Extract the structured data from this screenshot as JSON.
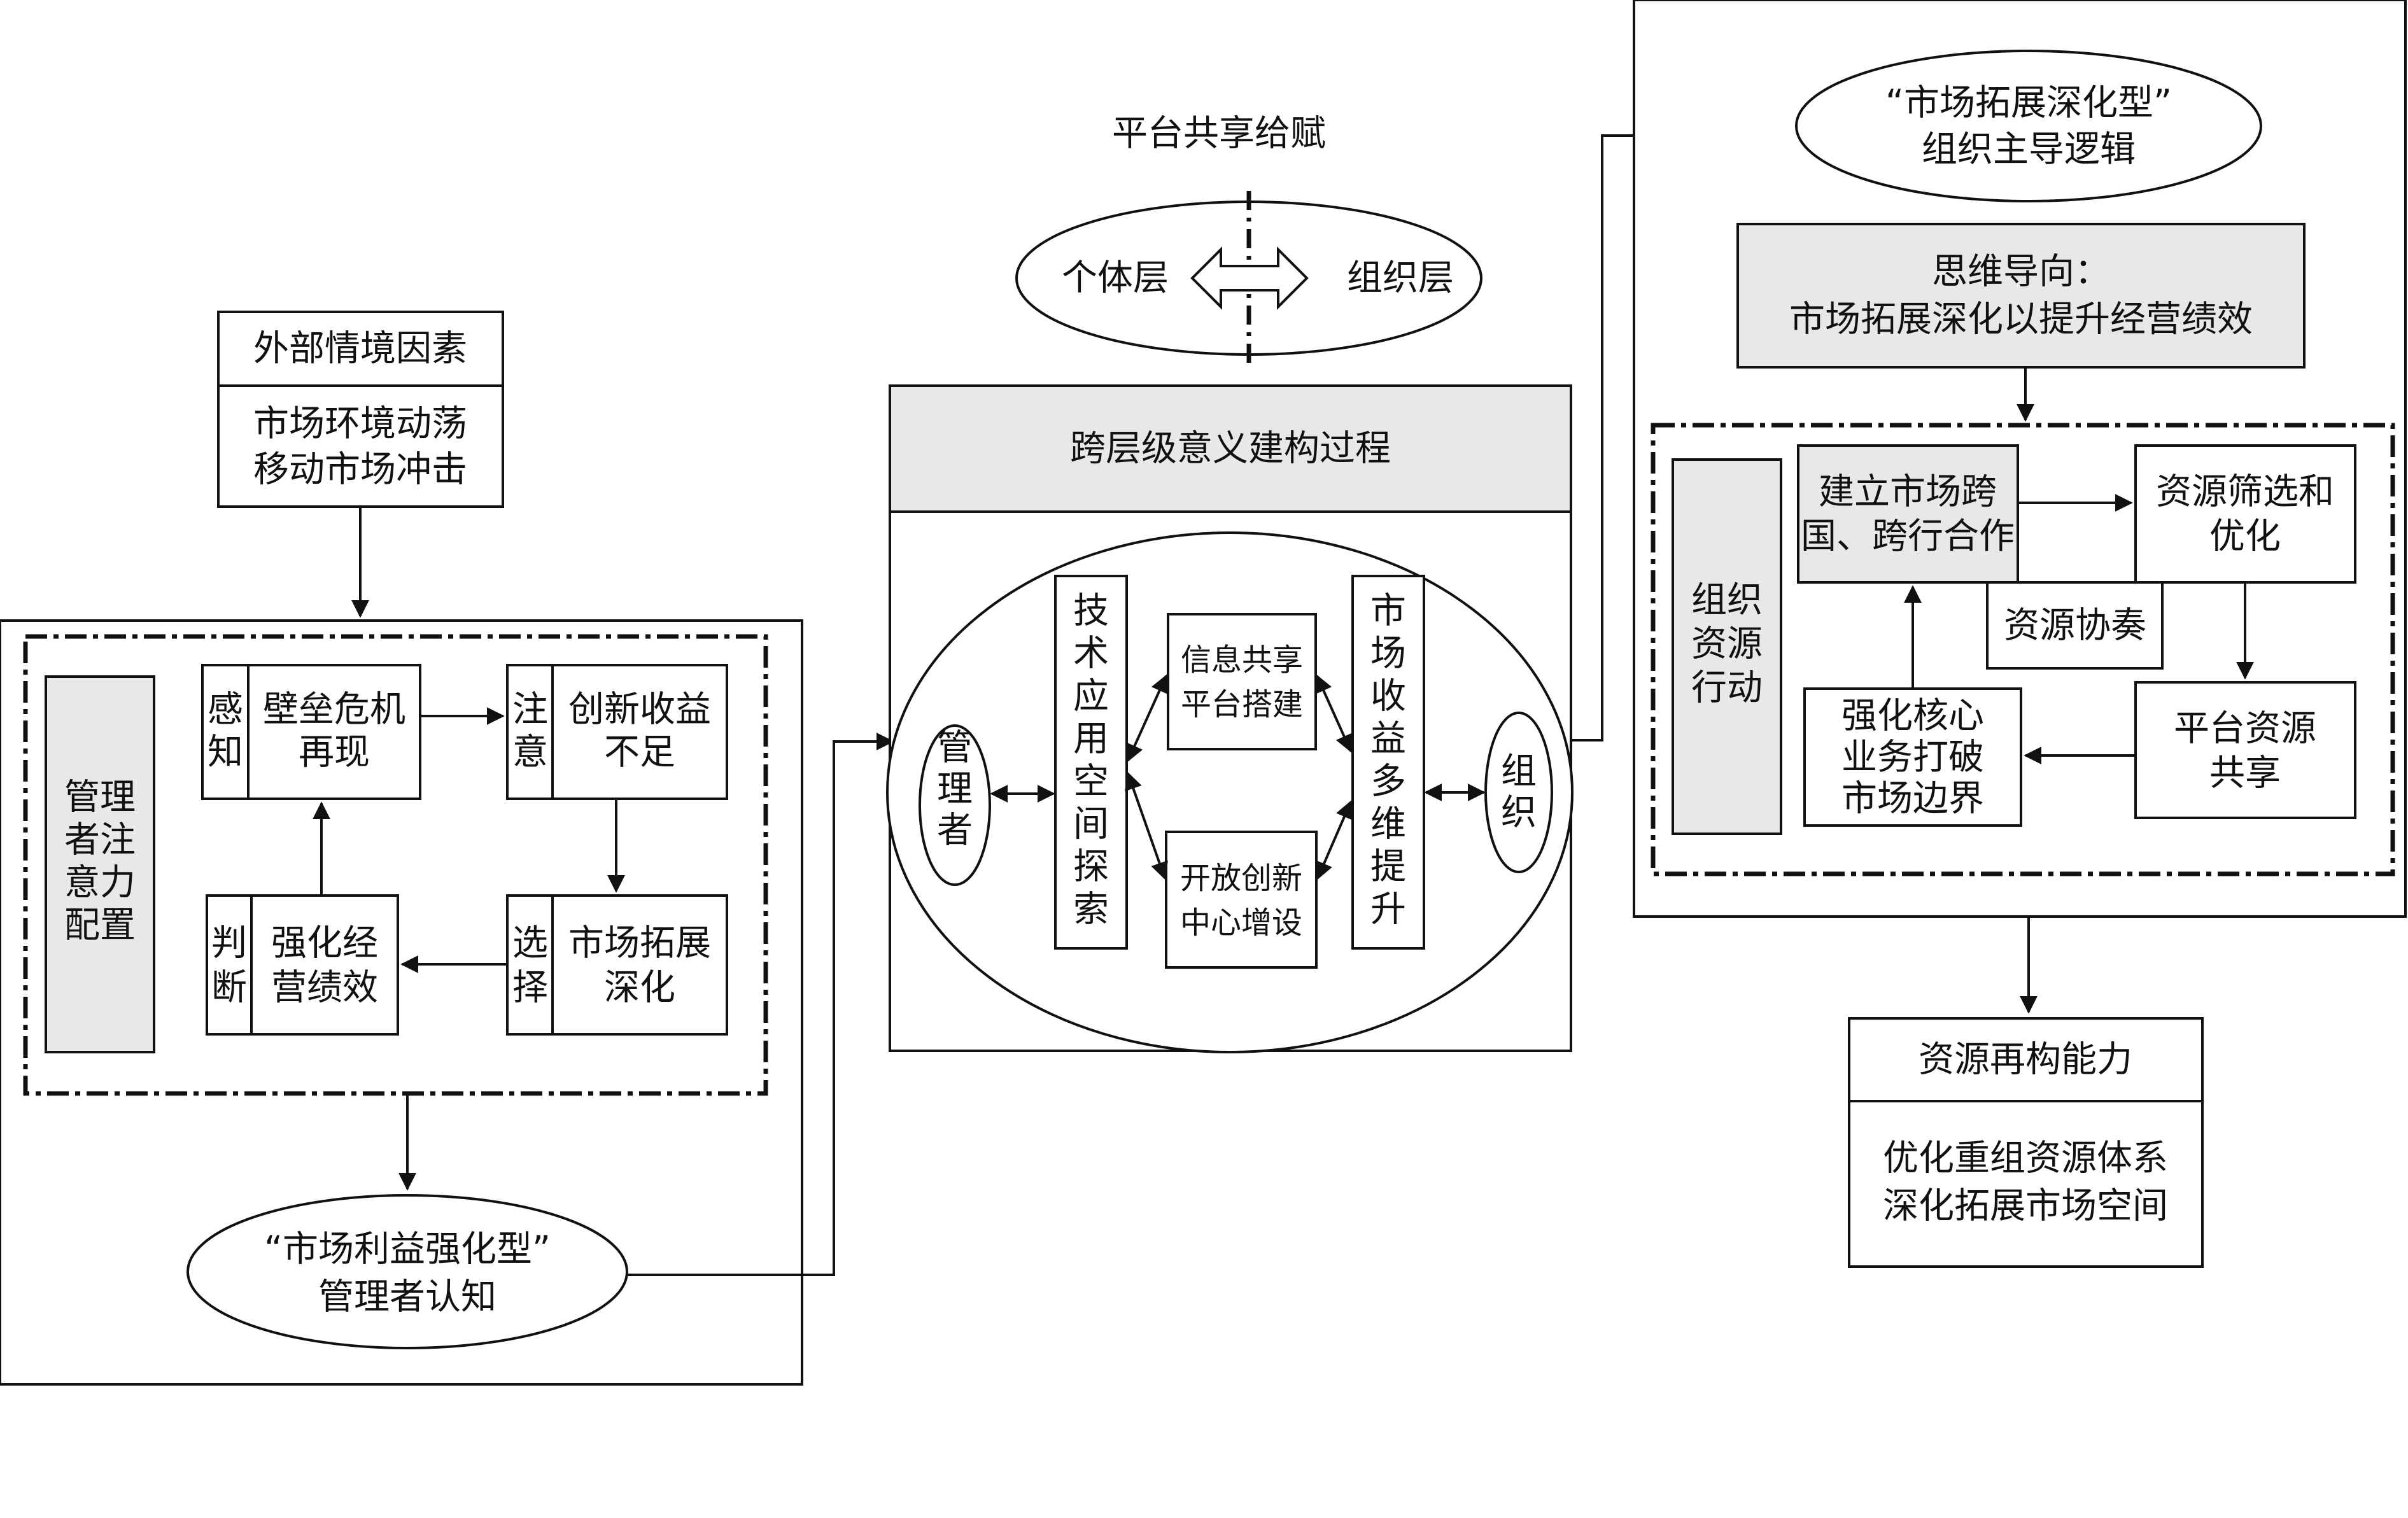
{
  "external_factors": {
    "title": "外部情境因素",
    "lines": [
      "市场环境动荡",
      "移动市场冲击"
    ]
  },
  "attention": {
    "label": [
      "管理",
      "者注",
      "意力",
      "配置"
    ],
    "sense": {
      "tag": [
        "感",
        "知"
      ],
      "text": [
        "壁垒危机",
        "再现"
      ]
    },
    "notice": {
      "tag": [
        "注",
        "意"
      ],
      "text": [
        "创新收益",
        "不足"
      ]
    },
    "judge": {
      "tag": [
        "判",
        "断"
      ],
      "text": [
        "强化经",
        "营绩效"
      ]
    },
    "choose": {
      "tag": [
        "选",
        "择"
      ],
      "text": [
        "市场拓展",
        "深化"
      ]
    }
  },
  "cognition": {
    "lines": [
      "“市场利益强化型”",
      "管理者认知"
    ]
  },
  "platform": {
    "title": "平台共享给赋",
    "left": "个体层",
    "right": "组织层"
  },
  "sensemaking": {
    "title": "跨层级意义建构过程",
    "manager": [
      "管",
      "理",
      "者"
    ],
    "tech": [
      "技",
      "术",
      "应",
      "用",
      "空",
      "间",
      "探",
      "索"
    ],
    "info": [
      "信息共享",
      "平台搭建"
    ],
    "open": [
      "开放创新",
      "中心增设"
    ],
    "market": [
      "市",
      "场",
      "收",
      "益",
      "多",
      "维",
      "提",
      "升"
    ],
    "org": [
      "组",
      "织"
    ]
  },
  "logic": {
    "lines": [
      "“市场拓展深化型”",
      "组织主导逻辑"
    ]
  },
  "thinking": {
    "lines": [
      "思维导向：",
      "市场拓展深化以提升经营绩效"
    ]
  },
  "resource_action": {
    "label": [
      "组织",
      "资源",
      "行动"
    ],
    "coop": [
      "建立市场跨",
      "国、跨行合作"
    ],
    "screen": [
      "资源筛选和",
      "优化"
    ],
    "orchestrate": "资源协奏",
    "share": [
      "平台资源",
      "共享"
    ],
    "core": [
      "强化核心",
      "业务打破",
      "市场边界"
    ]
  },
  "capability": {
    "title": "资源再构能力",
    "lines": [
      "优化重组资源体系",
      "深化拓展市场空间"
    ]
  }
}
